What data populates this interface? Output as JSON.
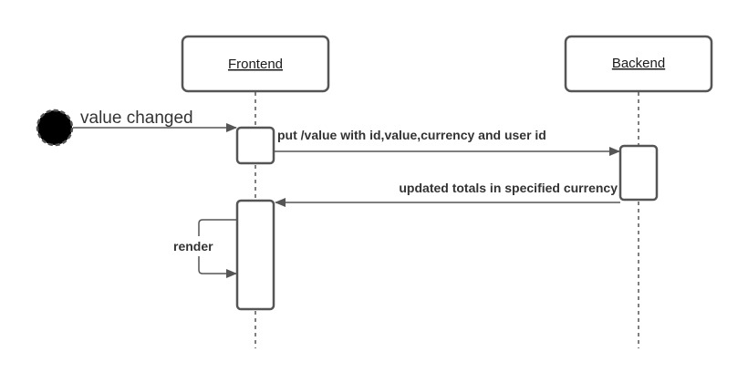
{
  "participants": {
    "frontend": {
      "label": "Frontend"
    },
    "backend": {
      "label": "Backend"
    }
  },
  "start_event": {
    "label": "value changed",
    "icon": "start-circle-icon"
  },
  "messages": {
    "put_value": {
      "label": "put /value with id,value,currency and user id"
    },
    "updated_totals": {
      "label": "updated totals in specified currency"
    },
    "render": {
      "label": "render"
    }
  },
  "colors": {
    "stroke": "#555555",
    "box_fill": "#ffffff",
    "start_fill": "#000000",
    "text": "#333333"
  }
}
